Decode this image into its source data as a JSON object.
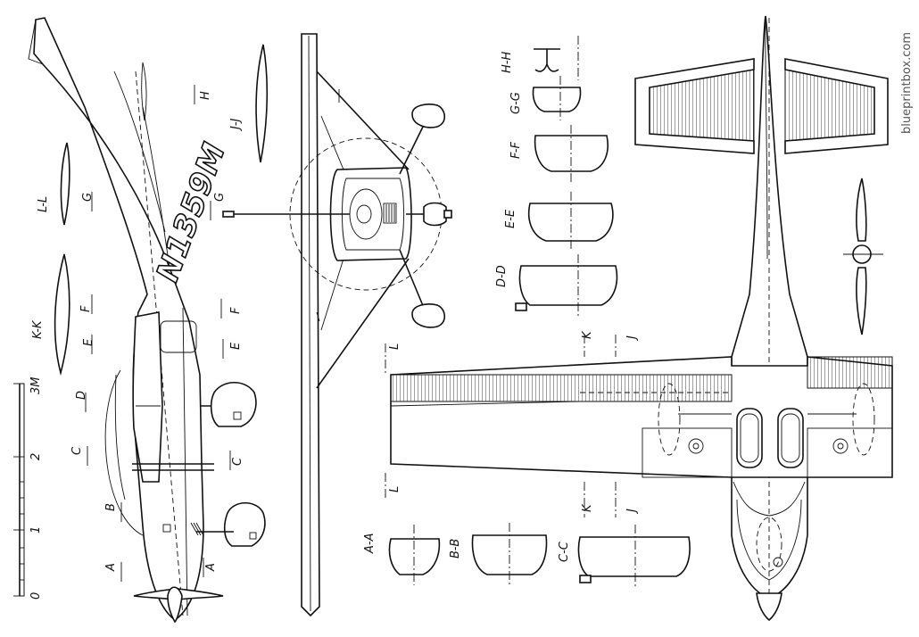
{
  "registration": "N1359M",
  "watermark": "blueprintbox.com",
  "scale": {
    "unit_label": "3M",
    "ticks": [
      "0",
      "1",
      "2"
    ]
  },
  "section_markers": {
    "a": "A",
    "b": "B",
    "c": "C",
    "d": "D",
    "e": "E",
    "f": "F",
    "g": "G",
    "h": "H",
    "j": "J",
    "k": "K",
    "l": "L"
  },
  "section_titles": {
    "aa": "A-A",
    "bb": "B-B",
    "cc": "C-C",
    "dd": "D-D",
    "ee": "E-E",
    "ff": "F-F",
    "gg": "G-G",
    "hh": "H-H",
    "jj": "J-J",
    "kk": "K-K",
    "ll": "L-L"
  }
}
